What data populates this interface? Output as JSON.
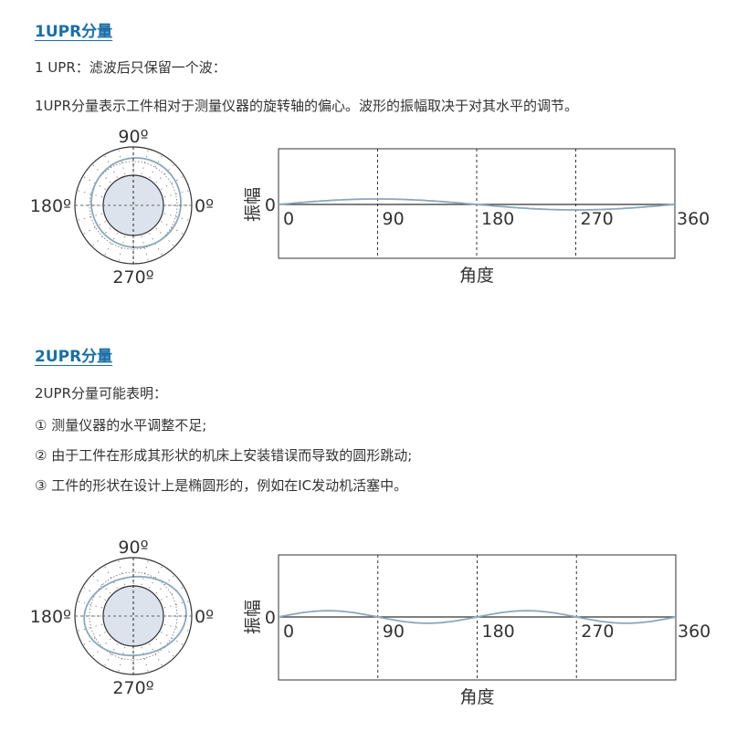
{
  "section1": {
    "title": "1UPR分量",
    "line1": "1 UPR：滤波后只保留一个波：",
    "line2": "1UPR分量表示工件相对于测量仪器的旋转轴的偏心。波形的振幅取决于对其水平的调节。"
  },
  "section2": {
    "title": "2UPR分量",
    "line1": "2UPR分量可能表明：",
    "items": [
      "① 测量仪器的水平调整不足;",
      "② 由于工件在形成其形状的机床上安装错误而导致的圆形跳动;",
      "③ 工件的形状在设计上是椭圆形的，例如在IC发动机活塞中。"
    ]
  },
  "polar_labels": {
    "top": "90º",
    "left": "180º",
    "right": "0º",
    "bottom": "270º"
  },
  "colors": {
    "heading": "#1a6fa8",
    "curve": "#8aa8bc",
    "fill": "#dde3ec"
  },
  "chart_data": [
    {
      "type": "line",
      "title": "1UPR",
      "xlabel": "角度",
      "ylabel": "振幅",
      "ytick": "0",
      "xticks": [
        "0",
        "90",
        "180",
        "270",
        "360"
      ],
      "xlim": [
        0,
        360
      ],
      "cycles_per_rev": 1,
      "amplitude": 0.05
    },
    {
      "type": "line",
      "title": "2UPR",
      "xlabel": "角度",
      "ylabel": "振幅",
      "ytick": "0",
      "xticks": [
        "0",
        "90",
        "180",
        "270",
        "360"
      ],
      "xlim": [
        0,
        360
      ],
      "cycles_per_rev": 2,
      "amplitude": 0.05
    }
  ]
}
